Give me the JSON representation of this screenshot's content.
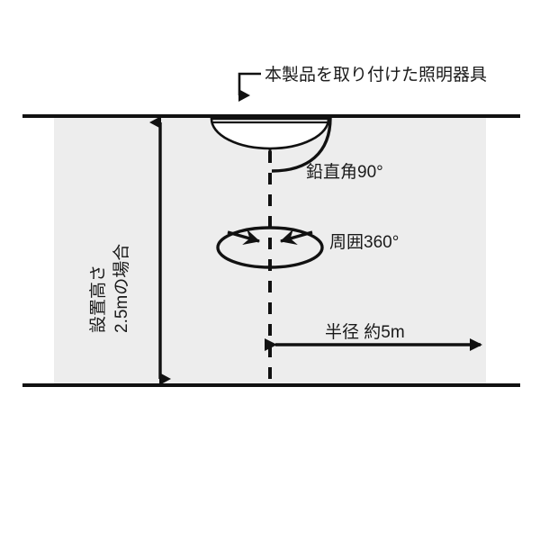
{
  "diagram": {
    "title_label": "本製品を取り付けた照明器具",
    "vertical_angle_label": "鉛直角90°",
    "rotation_label": "周囲360°",
    "radius_label": "半径 約5m",
    "height_label_line1": "設置高さ",
    "height_label_line2": "2.5mの場合",
    "colors": {
      "stroke": "#111111",
      "shade_fill": "#ededed",
      "fixture_fill": "#ffffff",
      "text": "#1a1a1a",
      "background": "#ffffff"
    },
    "measurements": {
      "mounting_height": "2.5m",
      "detection_radius": "約5m",
      "vertical_angle": "90°",
      "horizontal_coverage": "360°"
    },
    "icons": {
      "fixture": "ceiling-light-dome-icon",
      "rotation": "rotation-ellipse-icon",
      "radius_dimension": "double-arrow-horizontal-icon",
      "height_dimension": "double-arrow-vertical-icon",
      "leader": "leader-arrow-icon"
    }
  }
}
